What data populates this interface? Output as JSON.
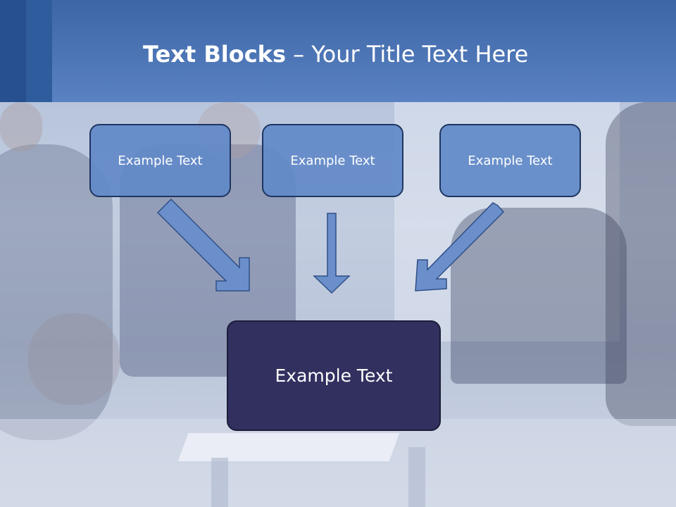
{
  "slide": {
    "title_bold": "Text Blocks",
    "title_rest": " – Your Title Text Here"
  },
  "blocks": {
    "top": [
      {
        "text": "Example Text"
      },
      {
        "text": "Example Text"
      },
      {
        "text": "Example Text"
      }
    ],
    "bottom": {
      "text": "Example Text"
    }
  },
  "colors": {
    "header": "#4a73b4",
    "small_block": "#628ac8",
    "big_block": "#31305f",
    "arrow": "#6b8fcb"
  }
}
